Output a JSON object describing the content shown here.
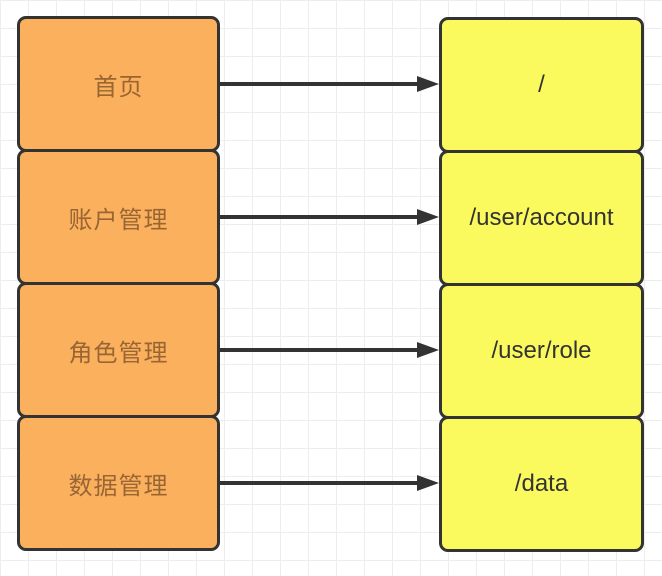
{
  "diagram": {
    "description": "menu-to-route mapping",
    "rows": [
      {
        "menu": "首页",
        "path": "/"
      },
      {
        "menu": "账户管理",
        "path": "/user/account"
      },
      {
        "menu": "角色管理",
        "path": "/user/role"
      },
      {
        "menu": "数据管理",
        "path": "/data"
      }
    ],
    "colors": {
      "menu_box_fill": "#FBB05E",
      "menu_box_text": "#996633",
      "path_box_fill": "#FAFA5F",
      "path_box_text": "#333333",
      "border": "#333333",
      "arrow": "#333333",
      "grid_line": "#ededed",
      "background": "#ffffff"
    }
  }
}
